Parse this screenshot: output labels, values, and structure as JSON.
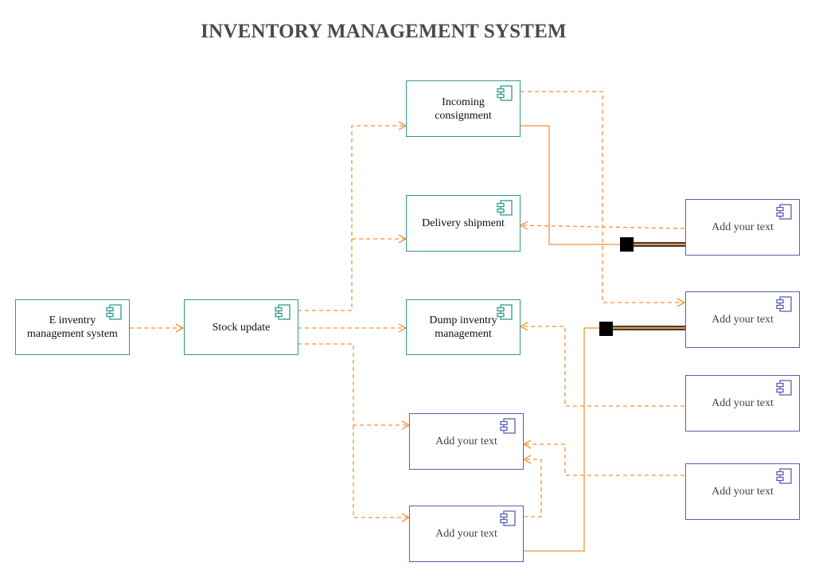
{
  "title": "INVENTORY MANAGEMENT SYSTEM",
  "colors": {
    "teal": "#2f9a8c",
    "purple": "#5b5fb0",
    "connector": "#f0923a"
  },
  "icon": "component-icon",
  "nodes": {
    "e_inventry": "E inventry management system",
    "stock_update": "Stock update",
    "incoming": "Incoming consignment",
    "delivery": "Delivery shipment",
    "dump": "Dump inventry management",
    "placeholder_a": "Add your text",
    "placeholder_b": "Add your text",
    "right_1": "Add your text",
    "right_2": "Add your text",
    "right_3": "Add your text",
    "right_4": "Add your text"
  }
}
